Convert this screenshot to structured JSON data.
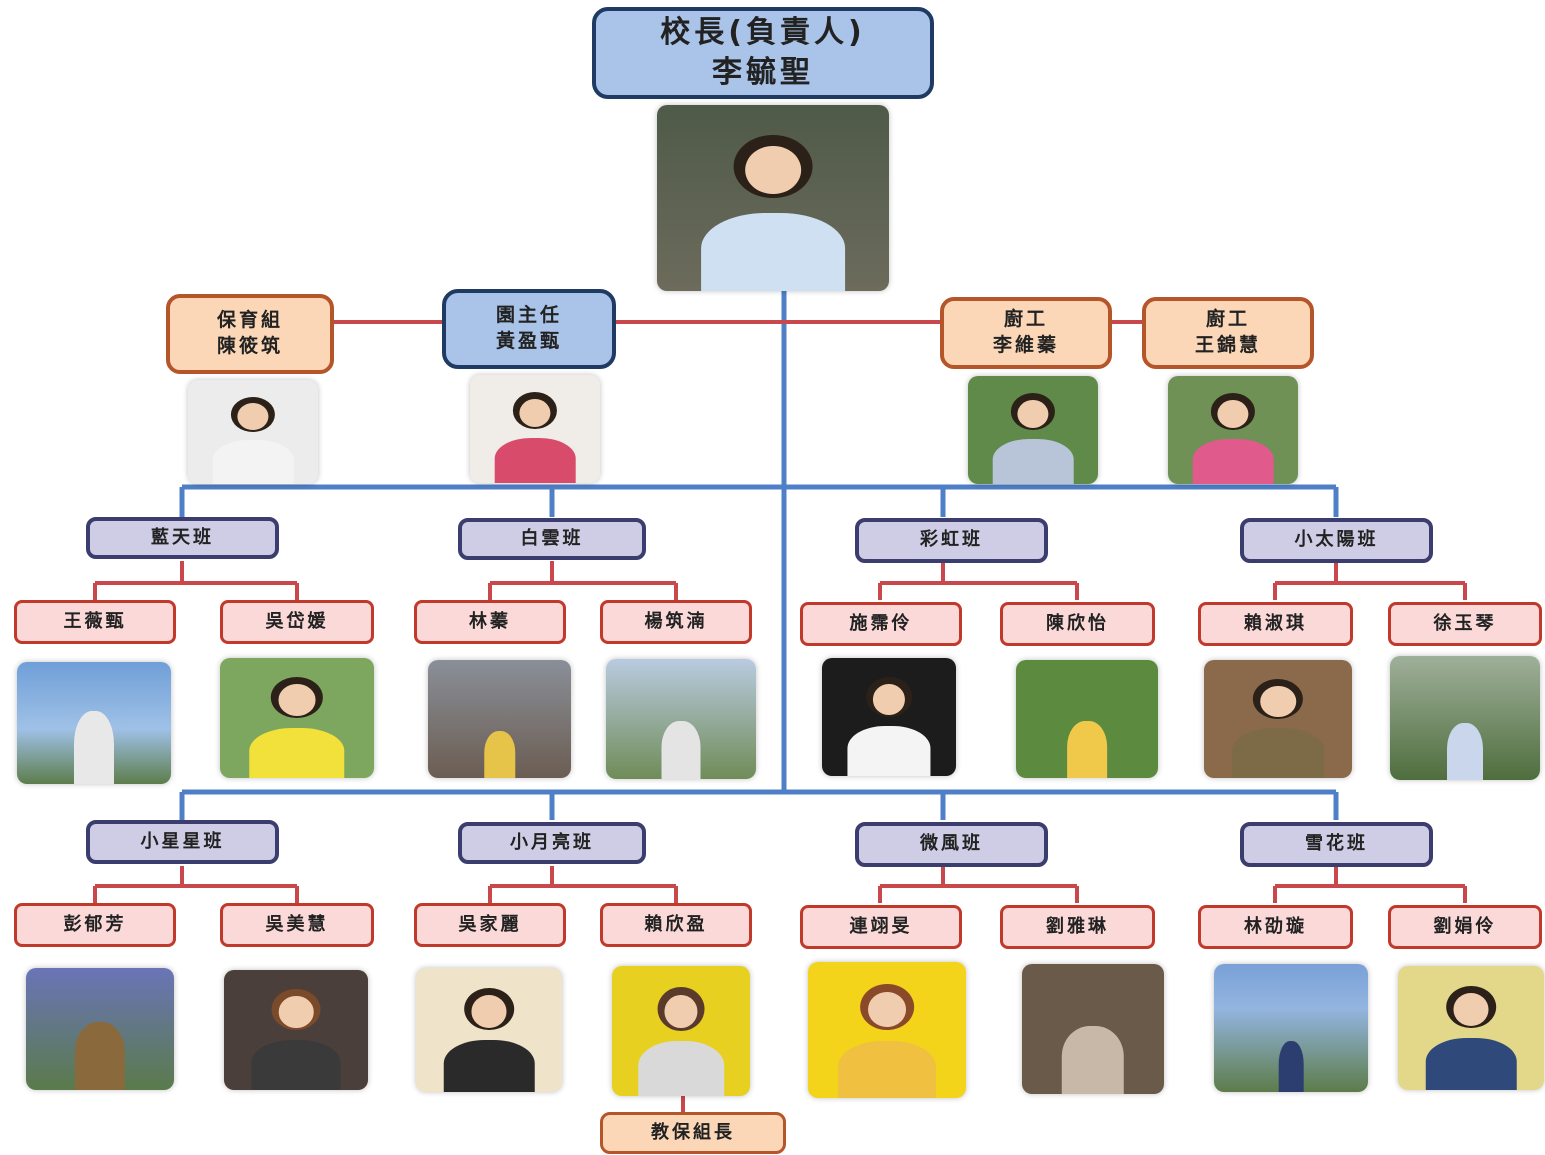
{
  "principal": {
    "title": "校長(負責人)",
    "name": "李毓聖"
  },
  "director": {
    "title": "園主任",
    "name": "黃盈甄"
  },
  "care": {
    "title": "保育組",
    "name": "陳筱筑"
  },
  "cook1": {
    "title": "廚工",
    "name": "李維蓁"
  },
  "cook2": {
    "title": "廚工",
    "name": "王錦慧"
  },
  "classes": [
    {
      "name": "藍天班",
      "teachers": [
        "王薇甄",
        "吳岱媛"
      ]
    },
    {
      "name": "白雲班",
      "teachers": [
        "林蓁",
        "楊筑湳"
      ]
    },
    {
      "name": "彩虹班",
      "teachers": [
        "施霈伶",
        "陳欣怡"
      ]
    },
    {
      "name": "小太陽班",
      "teachers": [
        "賴淑琪",
        "徐玉琴"
      ]
    },
    {
      "name": "小星星班",
      "teachers": [
        "彭郁芳",
        "吳美慧"
      ]
    },
    {
      "name": "小月亮班",
      "teachers": [
        "吳家麗",
        "賴欣盈"
      ]
    },
    {
      "name": "微風班",
      "teachers": [
        "連翊旻",
        "劉雅琳"
      ]
    },
    {
      "name": "雪花班",
      "teachers": [
        "林劭璇",
        "劉娟伶"
      ]
    }
  ],
  "leader_note": "教保組長",
  "colors": {
    "blue_line": "#4f7fc6",
    "red_line": "#c8484b",
    "blue_box": "#a9c4e8",
    "orange_box": "#fbd7b8",
    "purple_box": "#cfcde6",
    "pink_box": "#fbd9d9"
  }
}
